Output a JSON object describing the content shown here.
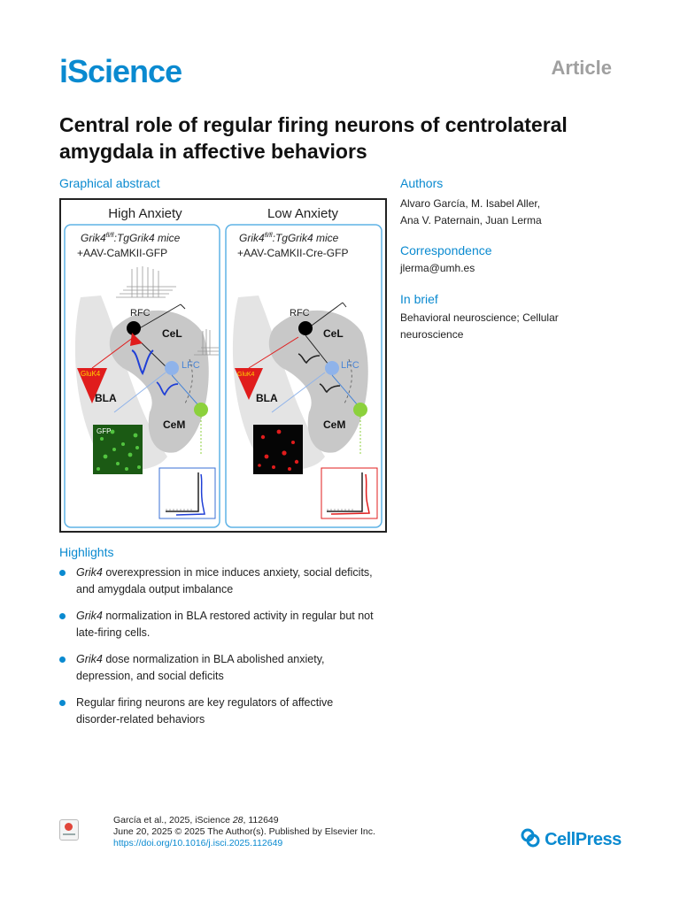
{
  "header": {
    "journal": "iScience",
    "article_type": "Article"
  },
  "title": {
    "line1": "Central role of regular firing neurons of centrolateral",
    "line2": "amygdala in affective behaviors"
  },
  "graphical_abstract": {
    "heading": "Graphical abstract",
    "left_panel": {
      "title": "High Anxiety",
      "genotype_prefix": "Grik4",
      "genotype_sup": "fl/fl",
      "genotype_suffix": ":TgGrik4 mice",
      "virus": "+AAV-CaMKII-GFP",
      "label_rfc": "RFC",
      "label_cel": "CeL",
      "label_lfc": "LFC",
      "label_bla": "BLA",
      "label_cem": "CeM",
      "label_gluk4": "GluK4",
      "label_gfp": "GFP"
    },
    "right_panel": {
      "title": "Low Anxiety",
      "genotype_prefix": "Grik4",
      "genotype_sup": "fl/fl",
      "genotype_suffix": ":TgGrik4 mice",
      "virus": "+AAV-CaMKII-Cre-GFP",
      "label_rfc": "RFC",
      "label_cel": "CeL",
      "label_lfc": "LFC",
      "label_bla": "BLA",
      "label_cem": "CeM",
      "label_gluk4": "GluK4"
    },
    "colors": {
      "blue": "#1f3fd6",
      "red": "#e01c1c",
      "light_blue": "#8fb3ea",
      "green": "#8cd13c",
      "panel_border": "#5fb3e6"
    }
  },
  "authors": {
    "heading": "Authors",
    "line1": "Alvaro García, M. Isabel Aller,",
    "line2": "Ana V. Paternain, Juan Lerma"
  },
  "correspondence": {
    "heading": "Correspondence",
    "email": "jlerma@umh.es"
  },
  "in_brief": {
    "heading": "In brief",
    "line1": "Behavioral neuroscience; Cellular",
    "line2": "neuroscience"
  },
  "highlights": {
    "heading": "Highlights",
    "items": [
      {
        "gene": "Grik4",
        "rest_line1": " overexpression in mice induces anxiety, social deficits,",
        "line2": "and amygdala output imbalance"
      },
      {
        "gene": "Grik4",
        "rest_line1": " normalization in BLA restored activity in regular but not",
        "line2": "late-firing cells."
      },
      {
        "gene": "Grik4",
        "rest_line1": " dose normalization in BLA abolished anxiety,",
        "line2": "depression, and social deficits"
      },
      {
        "gene": "",
        "rest_line1": "Regular firing neurons are key regulators of affective",
        "line2": "disorder-related behaviors"
      }
    ]
  },
  "footer": {
    "citation_prefix": "García et al., 2025, iScience ",
    "citation_volume": "28",
    "citation_suffix": ", 112649",
    "date_line": "June 20, 2025 © 2025 The Author(s). Published by Elsevier Inc.",
    "doi": "https://doi.org/10.1016/j.isci.2025.112649",
    "publisher": "CellPress"
  }
}
